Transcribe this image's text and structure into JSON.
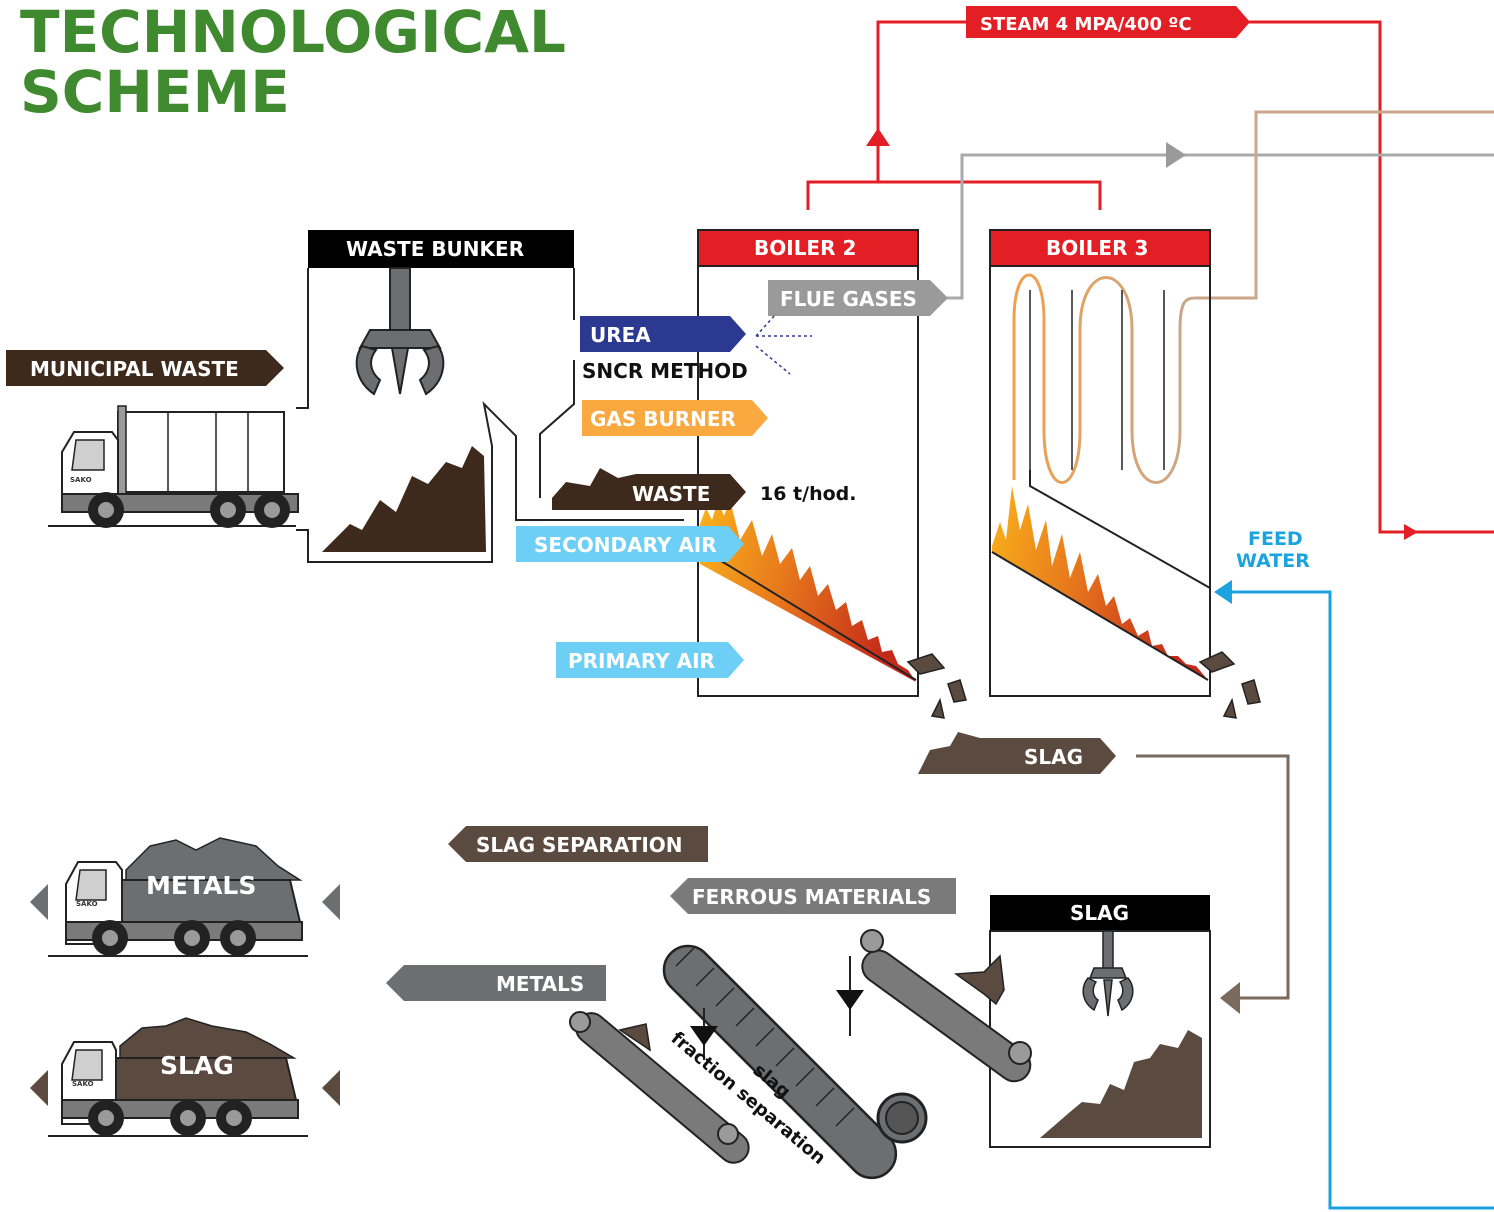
{
  "title": {
    "line1": "TECHNOLOGICAL",
    "line2": "SCHEME"
  },
  "labels": {
    "steam": "STEAM 4 MPA/400 ºC",
    "waste_bunker": "WASTE BUNKER",
    "boiler2": "BOILER 2",
    "boiler3": "BOILER 3",
    "flue_gases": "FLUE GASES",
    "urea": "UREA",
    "sncr": "SNCR METHOD",
    "gas_burner": "GAS BURNER",
    "municipal_waste": "MUNICIPAL WASTE",
    "waste": "WASTE",
    "waste_rate": "16 t/hod.",
    "secondary_air": "SECONDARY AIR",
    "primary_air": "PRIMARY AIR",
    "feed_water_1": "FEED",
    "feed_water_2": "WATER",
    "slag": "SLAG",
    "slag_separation": "SLAG SEPARATION",
    "ferrous_materials": "FERROUS MATERIALS",
    "slag_bunker": "SLAG",
    "metals": "METALS",
    "truck_metals": "METALS",
    "truck_slag": "SLAG",
    "slag_fraction_1": "slag",
    "slag_fraction_2": "fraction separation",
    "truck_logo": "SAKO"
  },
  "colors": {
    "title": "#3f8a2e",
    "steam": "#e31e24",
    "flue": "#9a9a9a",
    "flue_tan": "#c8a78b",
    "feed_water": "#1ba3e0",
    "urea": "#2b3990",
    "gas_burner": "#f9a940",
    "air": "#6dcff6",
    "waste": "#3d2a1c",
    "slag": "#5b4a3f",
    "metals": "#6d6e70",
    "bunker_header": "#000000"
  },
  "icons": [
    "crane-grab-icon",
    "garbage-truck-icon",
    "dump-truck-icon",
    "conveyor-icon",
    "drum-separator-icon",
    "magnet-icon",
    "flame-icon"
  ]
}
